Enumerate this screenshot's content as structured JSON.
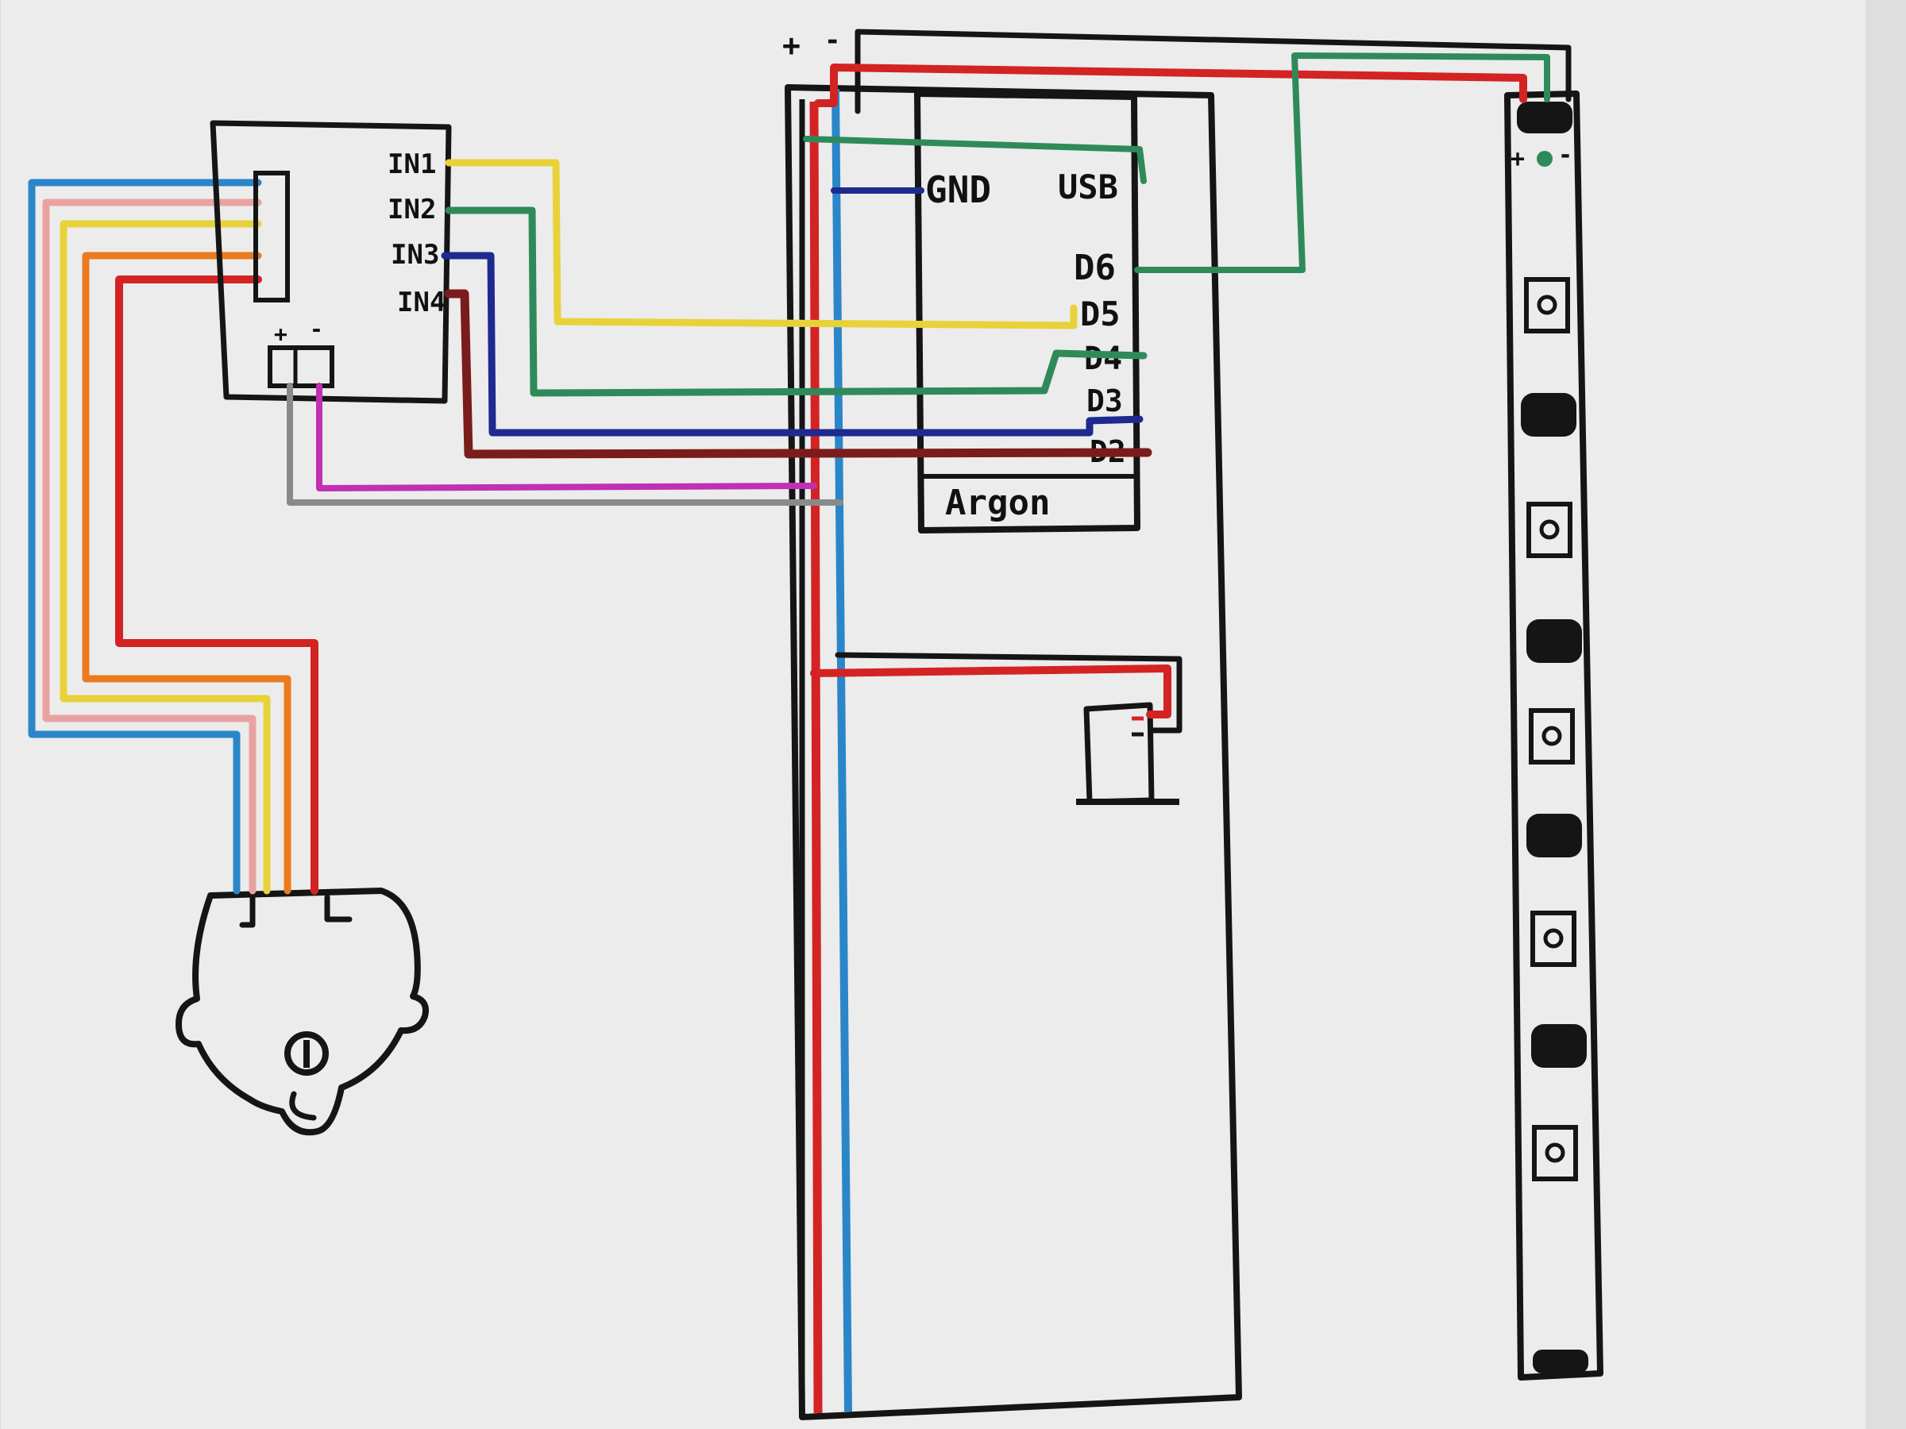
{
  "driver": {
    "pins": [
      "IN1",
      "IN2",
      "IN3",
      "IN4"
    ],
    "power_plus": "+",
    "power_minus": "-"
  },
  "argon": {
    "name": "Argon",
    "gnd": "GND",
    "usb": "USB",
    "pins": [
      "D6",
      "D5",
      "D4",
      "D3",
      "D2"
    ]
  },
  "breadboard": {
    "rail_plus": "+",
    "rail_minus": "-"
  },
  "strip": {
    "plus": "+",
    "minus": "-"
  },
  "colors": {
    "ink": "#151515",
    "red": "#d42323",
    "blue": "#2a86c8",
    "navy": "#1e2a8f",
    "green": "#2f8a5a",
    "yellow": "#e8d23a",
    "orange": "#ec7a1e",
    "pink": "#e8a3a0",
    "brown": "#7a1c1c",
    "magenta": "#c02fb4",
    "gray": "#8a8a8a"
  }
}
